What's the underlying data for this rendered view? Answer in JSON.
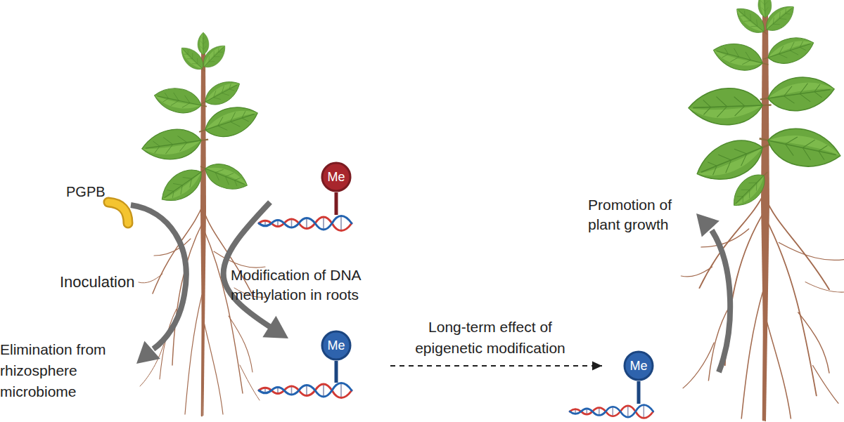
{
  "diagram": {
    "nodes": [
      {
        "text": [
          "PGPB"
        ]
      },
      {
        "text": [
          "Me"
        ]
      },
      {
        "text": [
          "Me"
        ]
      },
      {
        "text": [
          "Me"
        ]
      }
    ],
    "edges": [
      {
        "from": 1,
        "to": 2,
        "arrow": "to",
        "label": "Modification of DNA methylation in roots"
      },
      {
        "from": 2,
        "to": 3,
        "arrow": "to",
        "label": "Long-term effect of epigenetic modification"
      }
    ],
    "labels": [
      "Inoculation",
      "Elimination from rhizosphere microbiome",
      "Promotion of plant growth"
    ]
  }
}
